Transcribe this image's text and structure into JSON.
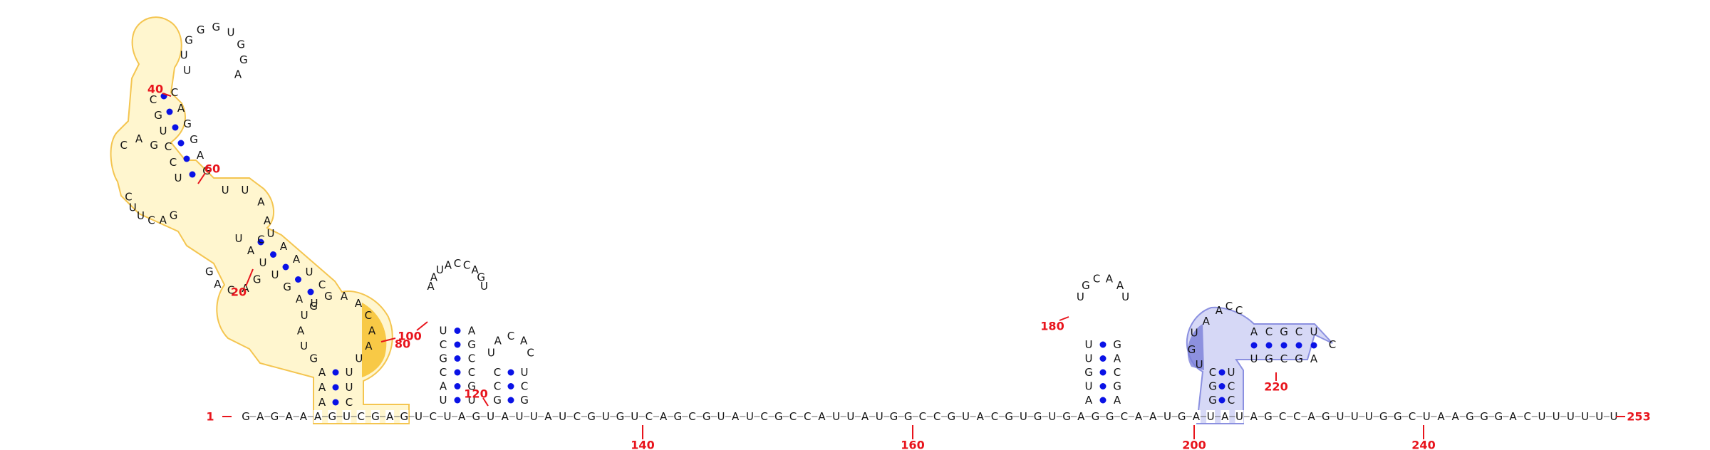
{
  "colors": {
    "number_labels": "#e8141c",
    "base_pairs": "#0a12e6",
    "highlight_yellow_fill": "#fff6cf",
    "highlight_yellow_stroke": "#f4c550",
    "highlight_yellow_accent": "#f7c12e",
    "highlight_blue_fill": "#d6d8f6",
    "highlight_blue_stroke": "#8b90e0",
    "highlight_blue_accent": "#7a7fd9"
  },
  "ends": {
    "start": "1",
    "end": "253"
  },
  "backbone": "GAGAAAGUCGAGUCUAGUAUUAUCGUGUCAGCGUAUCGCCAUUAUGGCCGUACGUGUGAGGCAAUGAUAUAGCCAGUUUGGCUAAGGGACUUUUUU",
  "position_labels": [
    "20",
    "40",
    "60",
    "80",
    "100",
    "120",
    "140",
    "160",
    "180",
    "200",
    "220",
    "240"
  ],
  "hairpin_1": {
    "stem_a_left": "AAA",
    "stem_a_right": "CUU",
    "side_left": "GUAU",
    "side_right": "CAAU",
    "loop_top": "UGAA",
    "stem_b_left": "AGUUAU",
    "stem_b_right": "CUAAU",
    "bulge": "GACAG",
    "loop_mid_right": "UUAAC",
    "loop_left_top": "CAG",
    "loop_left_bottom": "GACUUC",
    "stem_c_left": "UCCUGC",
    "stem_c_right": "GAGGAC",
    "top_loop": "UUGGGUGGA"
  },
  "hairpin_2": {
    "stem_left": "UACGCU",
    "stem_right": "UGCCGA",
    "loop": "AAUACCAGU"
  },
  "hairpin_3": {
    "stem_left": "GCC",
    "stem_right": "GCU",
    "loop": "UACAC"
  },
  "hairpin_4": {
    "stem_left": "AUGUU",
    "stem_right": "AGCAG",
    "loop": "UGCAAU"
  },
  "hairpin_5": {
    "stem_left": "GGC",
    "stem_right": "CCU",
    "loop_side": "UGUA",
    "loop_top": "ACC",
    "branch_top": "ACGCU",
    "branch_bottom": "UGCGA",
    "branch_tip": "C"
  }
}
